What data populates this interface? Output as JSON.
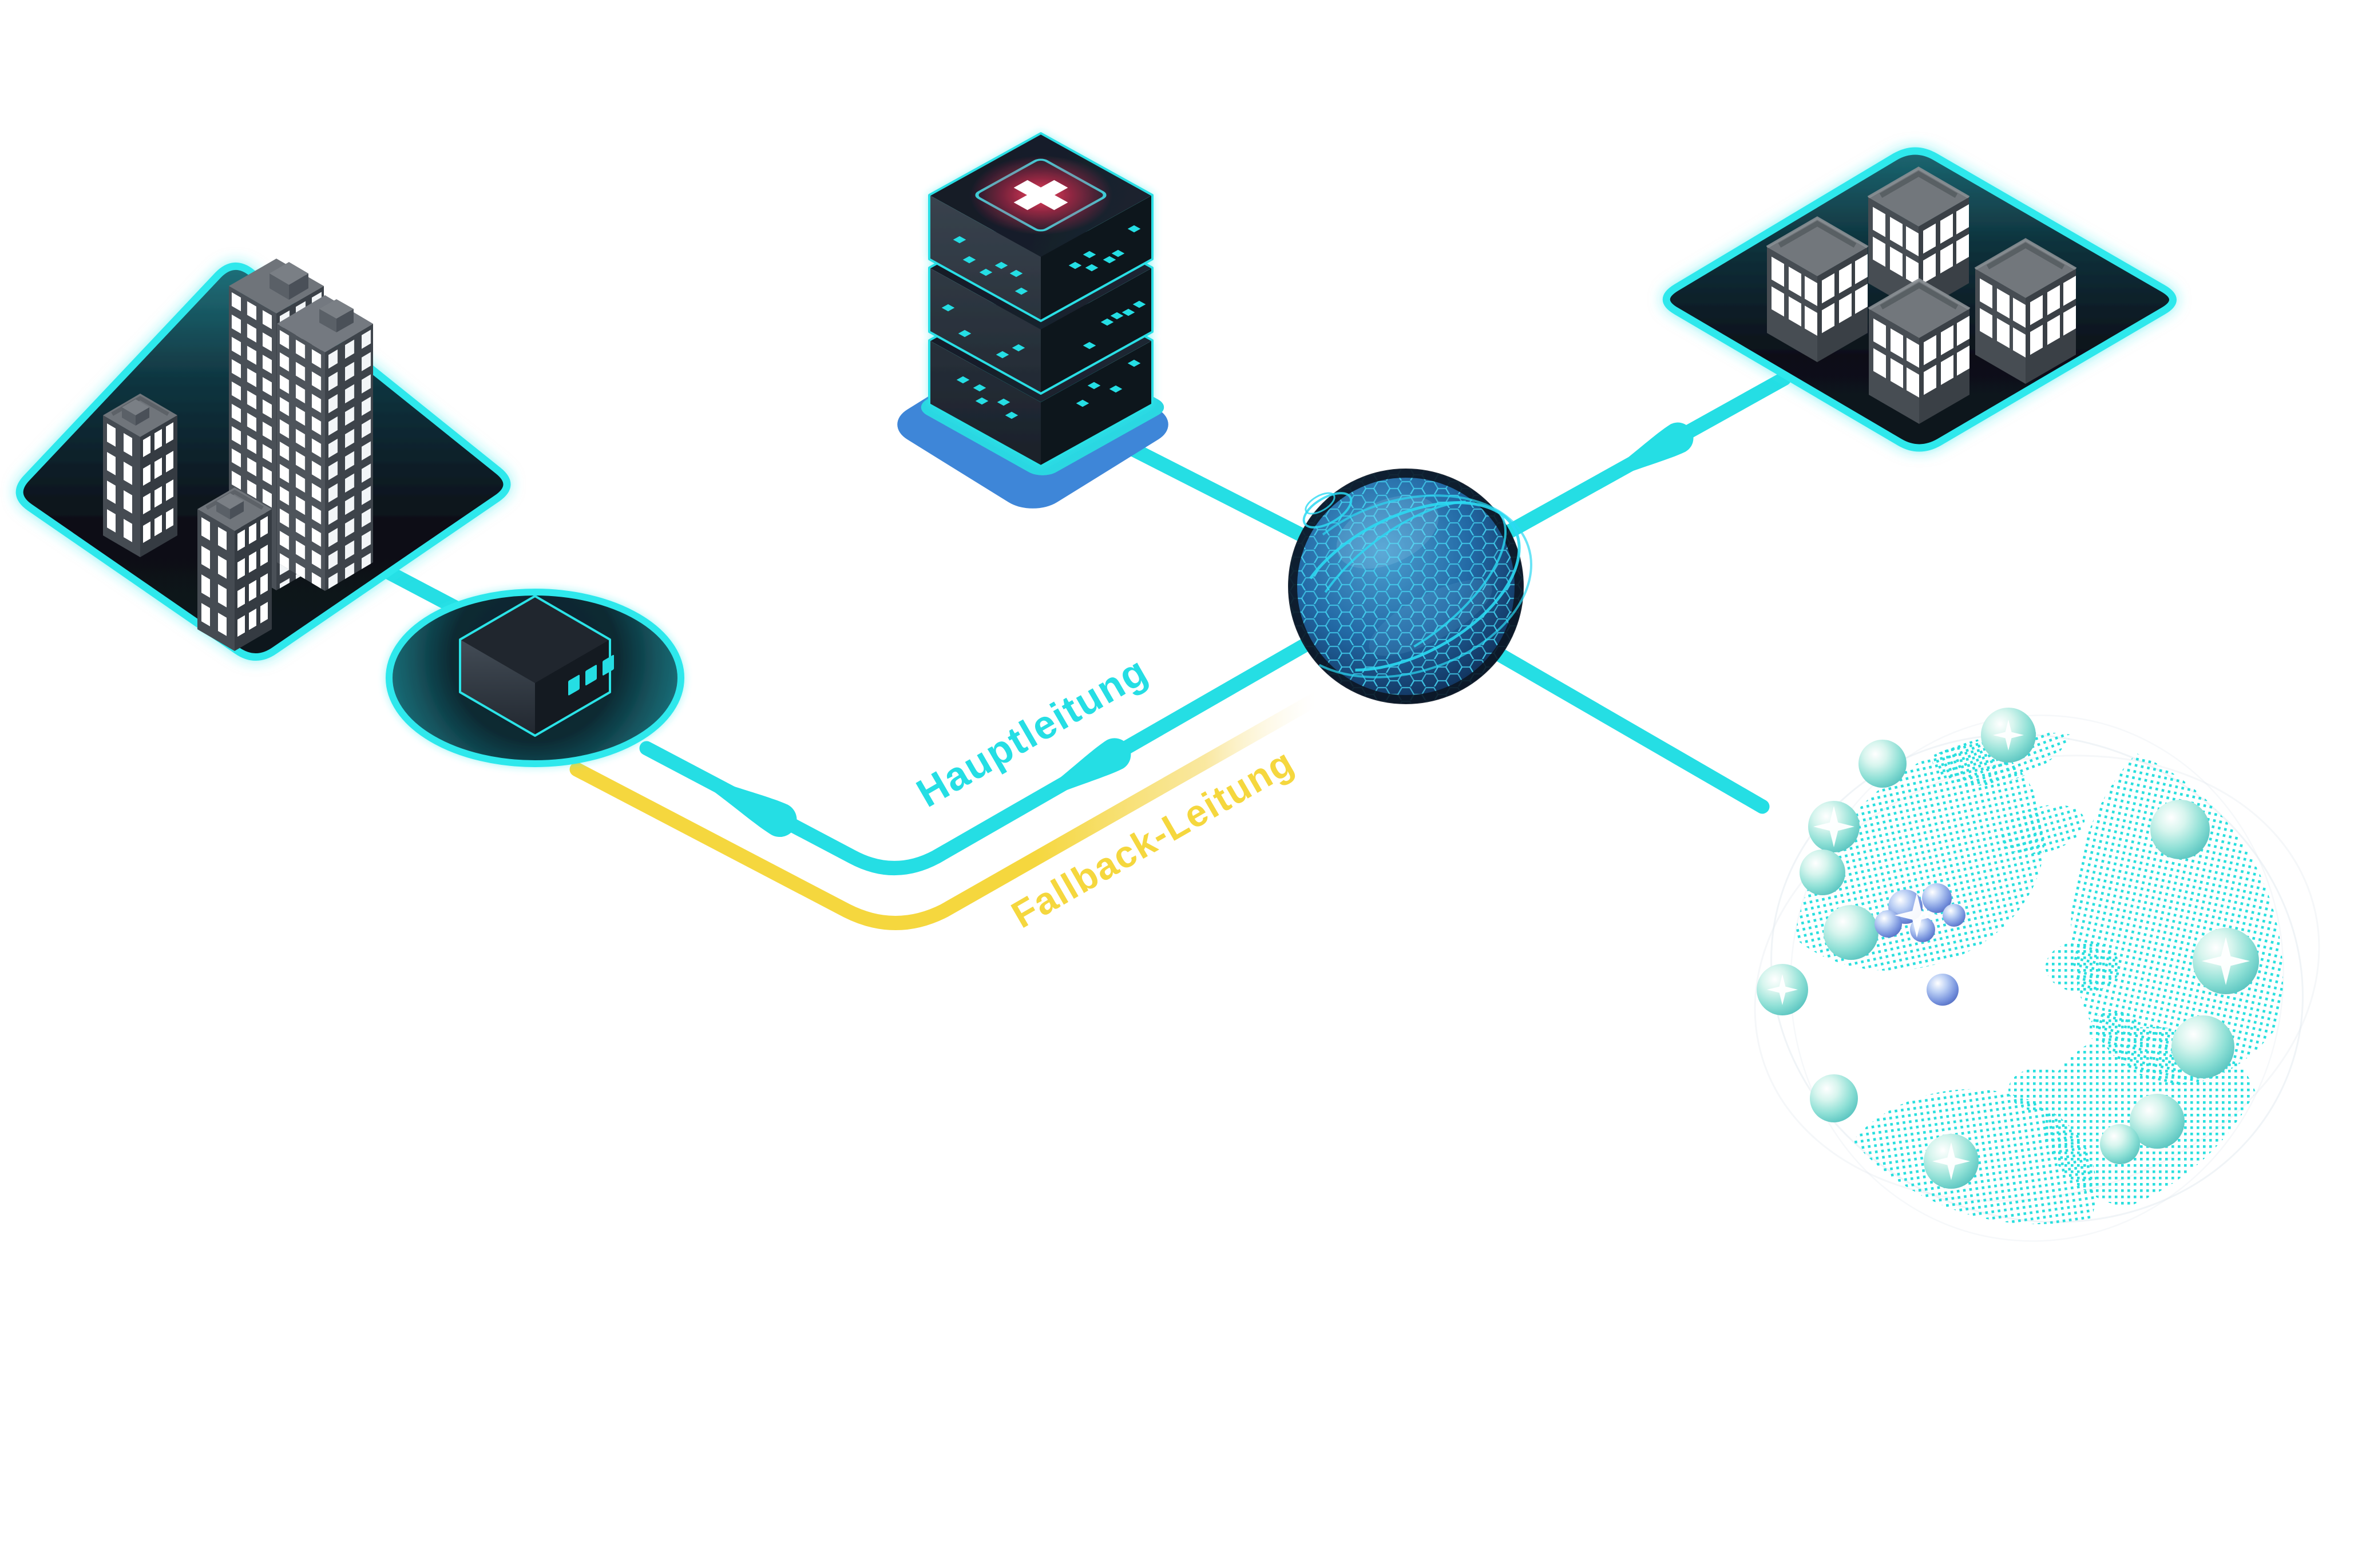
{
  "diagram": {
    "type": "isometric-network-illustration",
    "labels": {
      "primary_line": "Hauptleitung",
      "fallback_line": "Fallback-Leitung"
    },
    "colors": {
      "accent_cyan": "#25DEE4",
      "accent_cyan_bright": "#2FE8EC",
      "fallback_yellow": "#F5D73E",
      "alert_red": "#E8304E",
      "server_platform_blue": "#3E86D8",
      "globe_dot_cyan": "#29DFDE",
      "window_white": "#FFFFFF"
    },
    "nodes": [
      {
        "id": "campus-site",
        "icon": "city-buildings-icon"
      },
      {
        "id": "access-router",
        "icon": "router-box-icon"
      },
      {
        "id": "medical-server-stack",
        "icon": "server-stack-cross-icon"
      },
      {
        "id": "core-network-sphere",
        "icon": "hex-mesh-sphere-icon"
      },
      {
        "id": "business-district",
        "icon": "office-block-icon"
      },
      {
        "id": "internet-globe",
        "icon": "dotted-globe-icon"
      }
    ],
    "edges": [
      {
        "from": "campus-site",
        "to": "access-router",
        "color": "#25DEE4"
      },
      {
        "from": "access-router",
        "to": "core-network-sphere",
        "label": "Hauptleitung",
        "color": "#25DEE4"
      },
      {
        "from": "access-router",
        "to": "core-network-sphere",
        "label": "Fallback-Leitung",
        "color": "#F5D73E"
      },
      {
        "from": "medical-server-stack",
        "to": "core-network-sphere",
        "color": "#25DEE4"
      },
      {
        "from": "core-network-sphere",
        "to": "business-district",
        "color": "#25DEE4"
      },
      {
        "from": "core-network-sphere",
        "to": "internet-globe",
        "color": "#25DEE4"
      }
    ]
  }
}
